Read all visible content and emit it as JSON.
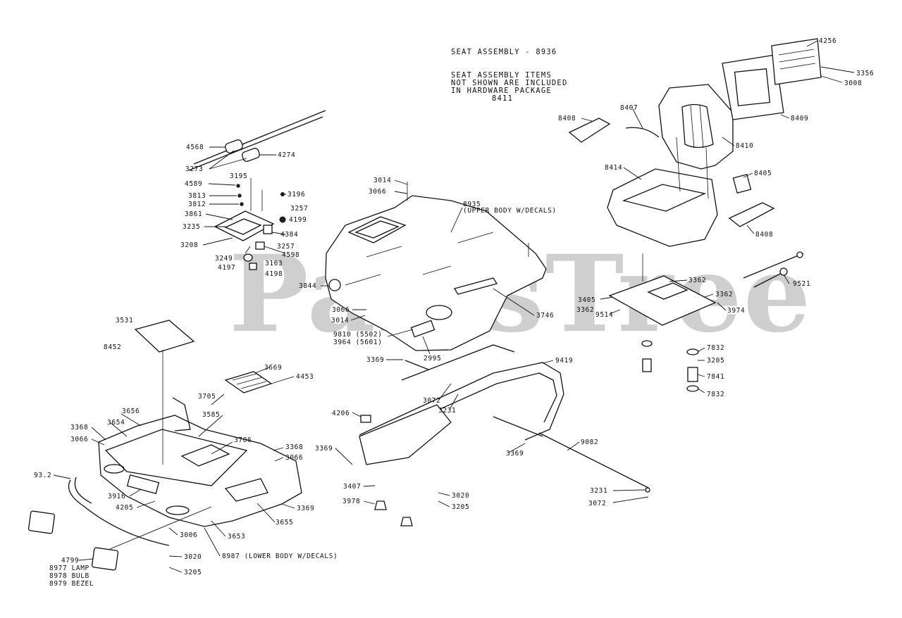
{
  "watermark": "PartsTree",
  "notes": {
    "title": "SEAT ASSEMBLY - 8936",
    "items_line1": "SEAT ASSEMBLY ITEMS",
    "items_line2": "NOT SHOWN ARE INCLUDED",
    "items_line3": "IN HARDWARE PACKAGE",
    "items_line4": "8411"
  },
  "labels": {
    "l4568": "4568",
    "l4274": "4274",
    "l3273": "3273",
    "l3195": "3195",
    "l4589": "4589",
    "l3813": "3813",
    "l3812": "3812",
    "l3196": "3196",
    "l3257a": "3257",
    "l3861": "3861",
    "l4199": "4199",
    "l3235": "3235",
    "l4384": "4384",
    "l3208": "3208",
    "l3257b": "3257",
    "l4598": "4598",
    "l3249": "3249",
    "l3163": "3163",
    "l4197": "4197",
    "l4198": "4198",
    "l3014a": "3014",
    "l3066a": "3066",
    "l8935": "8935",
    "l8935sub": "(UPPER BODY W/DECALS)",
    "l3844": "3844",
    "l3066b": "3066",
    "l3014b": "3014",
    "l9810": "9810 (5502)",
    "l3964": "3964 (5601)",
    "l2995": "2995",
    "l3746": "3746",
    "l4256": "4256",
    "l3356": "3356",
    "l3008": "3008",
    "l8409": "8409",
    "l8408a": "8408",
    "l8407": "8407",
    "l8410": "8410",
    "l8414": "8414",
    "l8405": "8405",
    "l8408b": "8408",
    "l9521": "9521",
    "l3362a": "3362",
    "l3405": "3405",
    "l3362b": "3362",
    "l3362c": "3362",
    "l3974": "3974",
    "l9514": "9514",
    "l7832a": "7832",
    "l3205a": "3205",
    "l7841": "7841",
    "l7832b": "7832",
    "l3531": "3531",
    "l8452": "8452",
    "l3369a": "3369",
    "l9419": "9419",
    "l3669": "3669",
    "l4453": "4453",
    "l3705": "3705",
    "l3072a": "3072",
    "l3231a": "3231",
    "l4206": "4206",
    "l3656": "3656",
    "l3585": "3585",
    "l3654": "3654",
    "l3368": "3368",
    "l3066c": "3066",
    "l3706": "3706",
    "l3368b": "3368",
    "l3066d": "3066",
    "l3369b": "3369",
    "l3369c": "3369",
    "l9082": "9082",
    "l9312": "93.2",
    "l3916": "3916",
    "l4205": "4205",
    "l3369d": "3369",
    "l3407": "3407",
    "l3978": "3978",
    "l3020a": "3020",
    "l3205b": "3205",
    "l3655": "3655",
    "l3231b": "3231",
    "l3072b": "3072",
    "l3006": "3006",
    "l3653": "3653",
    "l4799": "4799",
    "l8977": "8977 LAMP",
    "l8978": "8978 BULB",
    "l8979": "8979 BEZEL",
    "l3020b": "3020",
    "l3205c": "3205",
    "l8987": "8987 (LOWER BODY W/DECALS)"
  }
}
